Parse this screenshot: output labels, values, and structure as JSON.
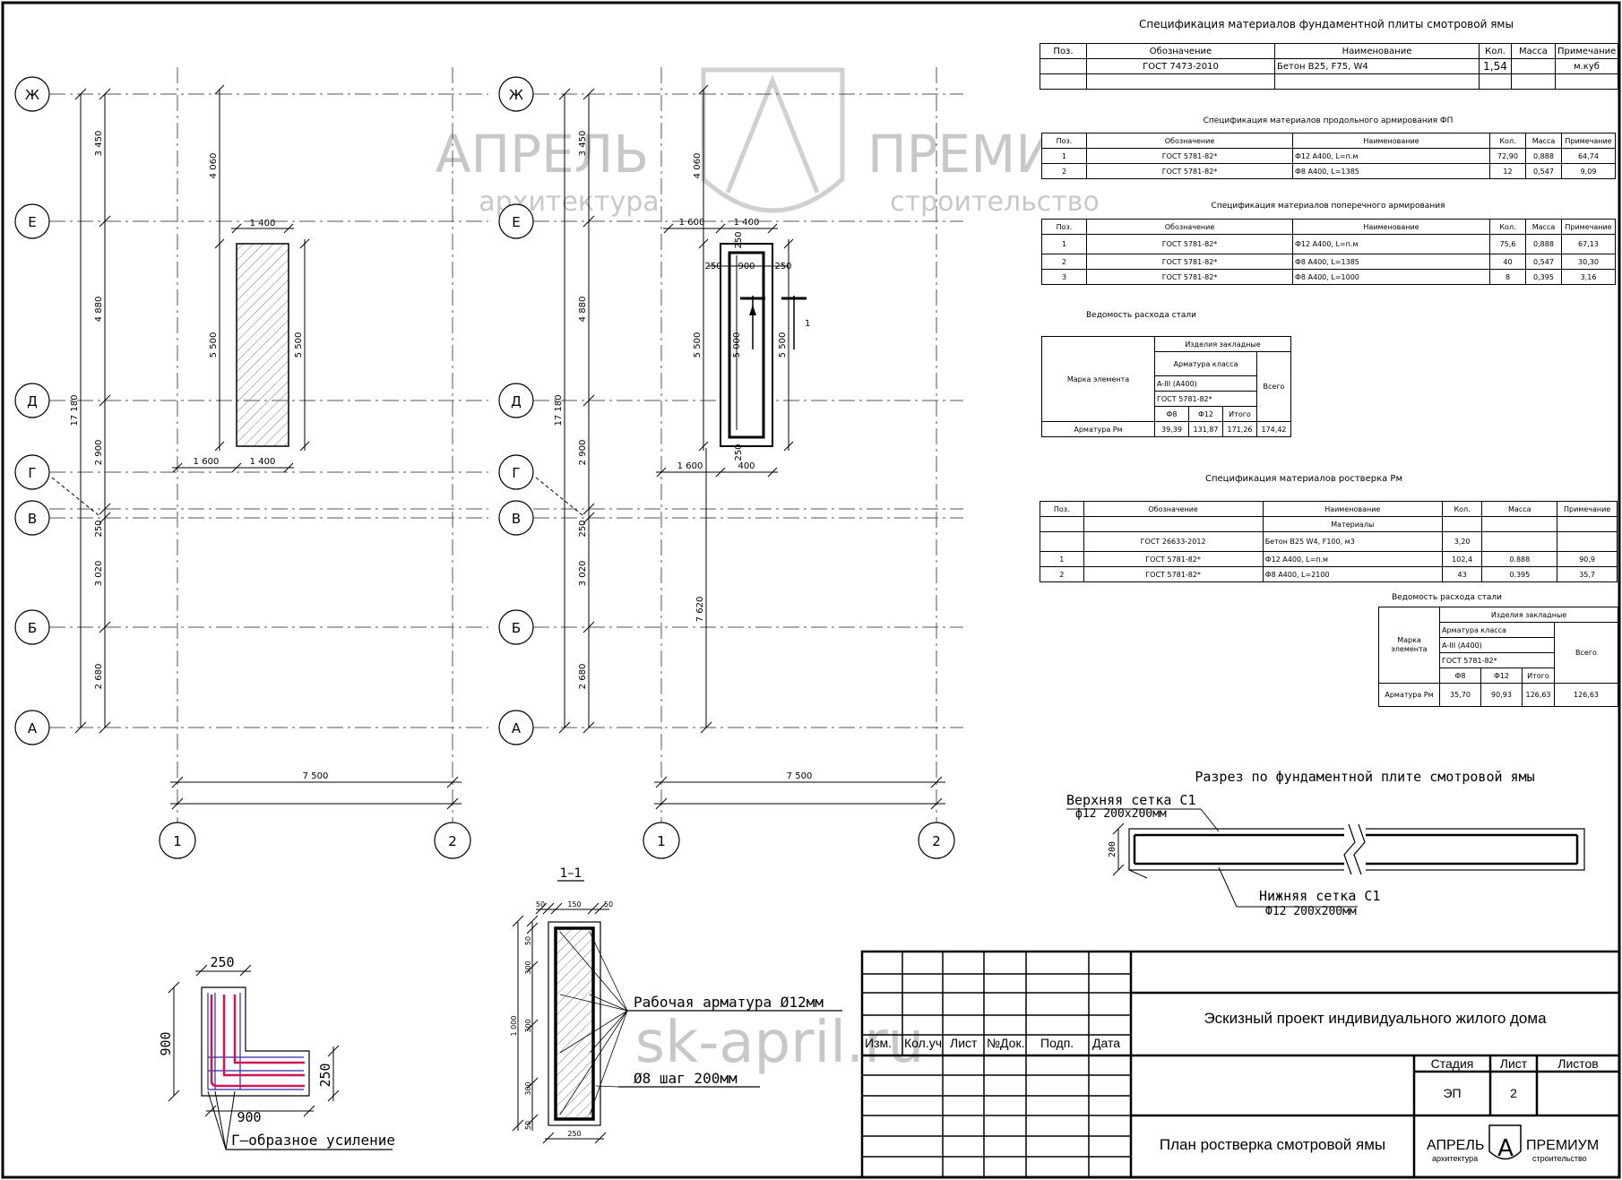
{
  "grid": {
    "rows": [
      "Ж",
      "Е",
      "Д",
      "Г",
      "В",
      "Б",
      "А"
    ],
    "cols": [
      "1",
      "2"
    ],
    "row_dims_left": [
      "3 450",
      "4 880",
      "2 900",
      "250",
      "3 020",
      "2 680"
    ],
    "total_left": "17 180",
    "col_dim": "7 500"
  },
  "plan1": {
    "dims": {
      "d4060": "4 060",
      "w1400": "1 400",
      "h5500": "5 500",
      "x1600": "1 600"
    }
  },
  "plan2": {
    "dims": {
      "d4060": "4 060",
      "d1600": "1 600",
      "w1400": "1 400",
      "c250": "250",
      "c900": "900",
      "h5500": "5 500",
      "h5000": "5 000",
      "x7620": "7 620",
      "x400": "400",
      "sec": "1"
    }
  },
  "section11": {
    "title": "1–1",
    "dims": [
      "50",
      "150",
      "50",
      "50",
      "300",
      "300",
      "300",
      "50",
      "1 000",
      "250"
    ],
    "label_work": "Рабочая арматура Ø12мм",
    "label_stirrup": "Ø8 шаг 200мм"
  },
  "corner": {
    "d250a": "250",
    "d900a": "900",
    "d250b": "250",
    "d900b": "900",
    "label": "Г–образное усиление"
  },
  "section_slab": {
    "title": "Разрез по фундаментной плите смотровой ямы",
    "top_mesh": "Верхняя сетка С1",
    "top_mesh2": "ф12 200х200мм",
    "bottom_mesh": "Нижняя сетка С1",
    "bottom_mesh2": "Ф12 200х200мм",
    "height": "200"
  },
  "spec1": {
    "title": "Спецификация материалов фундаментной плиты смотровой ямы",
    "headers": [
      "Поз.",
      "Обозначение",
      "Наименование",
      "Кол.",
      "Масса",
      "Примечание"
    ],
    "rows": [
      [
        "",
        "ГОСТ 7473-2010",
        "Бетон B25, F75, W4",
        "1,54",
        "",
        "м.куб"
      ],
      [
        "",
        "",
        "",
        "",
        "",
        ""
      ]
    ]
  },
  "spec2": {
    "title": "Спецификация материалов продольного армирования ФП",
    "headers": [
      "Поз.",
      "Обозначение",
      "Наименование",
      "Кол.",
      "Масса",
      "Примечание"
    ],
    "rows": [
      [
        "1",
        "ГОСТ 5781-82*",
        "Ф12 А400, L=п.м",
        "72,90",
        "0,888",
        "64,74"
      ],
      [
        "2",
        "ГОСТ 5781-82*",
        "Ф8 А400, L=1385",
        "12",
        "0,547",
        "9,09"
      ]
    ]
  },
  "spec3": {
    "title": "Спецификация материалов поперечного армирования",
    "headers": [
      "Поз.",
      "Обозначение",
      "Наименование",
      "Кол.",
      "Масса",
      "Примечание"
    ],
    "rows": [
      [
        "1",
        "ГОСТ 5781-82*",
        "Ф12 А400, L=п.м",
        "75,6",
        "0,888",
        "67,13"
      ],
      [
        "2",
        "ГОСТ 5781-82*",
        "Ф8 А400, L=1385",
        "40",
        "0,547",
        "30,30"
      ],
      [
        "3",
        "ГОСТ 5781-82*",
        "Ф8 А400, L=1000",
        "8",
        "0,395",
        "3,16"
      ]
    ]
  },
  "steel1": {
    "title": "Ведомость расхода стали",
    "mark": "Марка элемента",
    "embedded": "Изделия закладные",
    "armclass": "Арматура класса",
    "a400": "A-III (A400)",
    "gost": "ГОСТ 5781-82*",
    "f8": "Ф8",
    "f12": "Ф12",
    "itogo": "Итого",
    "vsego": "Всего",
    "row": [
      "Арматура Рм",
      "39,39",
      "131,87",
      "171,26",
      "174,42"
    ]
  },
  "spec4": {
    "title": "Спецификация материалов ростверка Рм",
    "headers": [
      "Поз.",
      "Обозначение",
      "Наименование",
      "Кол.",
      "Масса",
      "Примечание"
    ],
    "materials": "Материалы",
    "rows": [
      [
        "",
        "ГОСТ 26633-2012",
        "Бетон B25 W4, F100, м3",
        "3,20",
        "",
        ""
      ],
      [
        "1",
        "ГОСТ 5781-82*",
        "Ф12 А400, L=п.м",
        "102,4",
        "0.888",
        "90,9"
      ],
      [
        "2",
        "ГОСТ 5781-82*",
        "Ф8 А400, L=2100",
        "43",
        "0.395",
        "35,7"
      ]
    ]
  },
  "steel2": {
    "title": "Ведомость расхода стали",
    "mark": "Марка элемента",
    "embedded": "Изделия закладные",
    "armclass": "Арматура класса",
    "a400": "A-III (A400)",
    "gost": "ГОСТ 5781-82*",
    "f8": "Ф8",
    "f12": "Ф12",
    "itogo": "Итого",
    "vsego": "Всего",
    "row": [
      "Арматура Рм",
      "35,70",
      "90,93",
      "126,63",
      "126,63"
    ]
  },
  "titleblock": {
    "cols": [
      "Изм.",
      "Кол.уч",
      "Лист",
      "№Док.",
      "Подп.",
      "Дата"
    ],
    "project": "Эскизный проект индивидуального жилого дома",
    "sheet_name": "План ростверка смотровой ямы",
    "stage_h": "Стадия",
    "sheet_h": "Лист",
    "sheets_h": "Листов",
    "stage": "ЭП",
    "sheet": "2",
    "sheets": "",
    "logo_left": "АПРЕЛЬ",
    "logo_left_sub": "архитектура",
    "logo_right": "ПРЕМИУМ",
    "logo_right_sub": "строительство",
    "logo_letter": "А"
  },
  "watermark": {
    "left": "АПРЕЛЬ",
    "left_sub": "архитектура",
    "right": "ПРЕМИУМ",
    "right_sub": "строительство",
    "url": "sk-april.ru"
  }
}
